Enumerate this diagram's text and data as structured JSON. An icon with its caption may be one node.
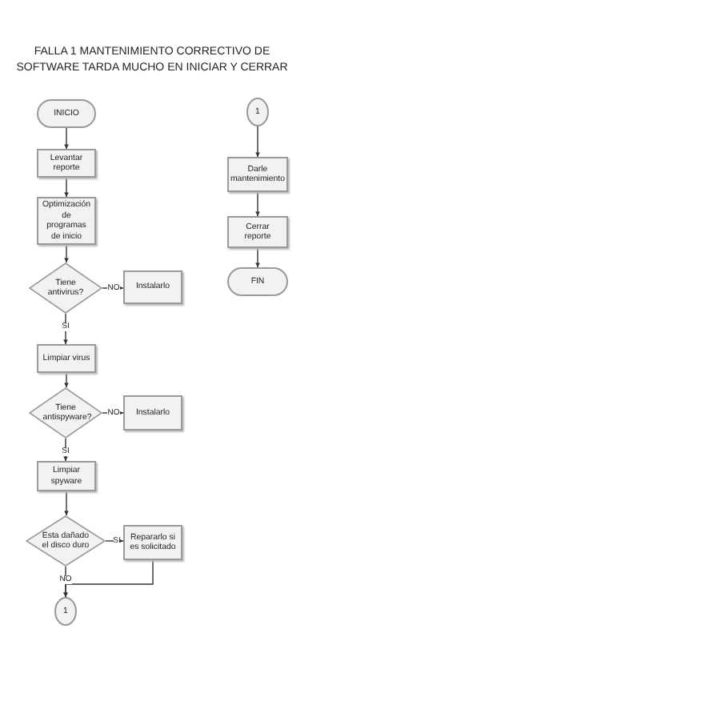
{
  "diagram": {
    "title": "FALLA 1 MANTENIMIENTO CORRECTIVO DE SOFTWARE TARDA MUCHO EN INICIAR Y CERRAR",
    "nodes": [
      {
        "text": [
          "INICIO"
        ]
      },
      {
        "text": [
          "Levantar reporte"
        ]
      },
      {
        "text": [
          "Optimización de programas de inicio"
        ]
      },
      {
        "text": [
          "Tiene antivirus?"
        ]
      },
      {
        "text": [
          "Instalarlo"
        ]
      },
      {
        "text": [
          "Limpiar virus"
        ]
      },
      {
        "text": [
          "Tiene antispyware?"
        ]
      },
      {
        "text": [
          "Instalarlo"
        ]
      },
      {
        "text": [
          "Limpiar spyware"
        ]
      },
      {
        "text": [
          "Esta dañado el disco duro"
        ]
      },
      {
        "text": [
          "Repararlo si es solicitado"
        ]
      },
      {
        "text": [
          "1"
        ]
      },
      {
        "text": [
          "1"
        ]
      },
      {
        "text": [
          "Darle mantenimiento"
        ]
      },
      {
        "text": [
          "Cerrar reporte"
        ]
      },
      {
        "text": [
          "FIN"
        ]
      }
    ],
    "edges": [
      {
        "from": 0,
        "to": 1,
        "arrow": "to"
      },
      {
        "from": 1,
        "to": 2,
        "arrow": "to"
      },
      {
        "from": 2,
        "to": 3,
        "arrow": "to"
      },
      {
        "from": 3,
        "to": 4,
        "label": "NO",
        "arrow": "to"
      },
      {
        "from": 3,
        "to": 5,
        "label": "SI",
        "arrow": "to"
      },
      {
        "from": 5,
        "to": 6,
        "arrow": "to"
      },
      {
        "from": 6,
        "to": 7,
        "label": "NO",
        "arrow": "to"
      },
      {
        "from": 6,
        "to": 8,
        "label": "SI",
        "arrow": "to"
      },
      {
        "from": 8,
        "to": 9,
        "arrow": "to"
      },
      {
        "from": 9,
        "to": 10,
        "label": "SI",
        "arrow": "to"
      },
      {
        "from": 9,
        "to": 11,
        "label": "NO",
        "arrow": "to"
      },
      {
        "from": 10,
        "to": 11,
        "arrow": "to"
      },
      {
        "from": 12,
        "to": 13,
        "arrow": "to"
      },
      {
        "from": 13,
        "to": 14,
        "arrow": "to"
      },
      {
        "from": 14,
        "to": 15,
        "arrow": "to"
      }
    ]
  }
}
